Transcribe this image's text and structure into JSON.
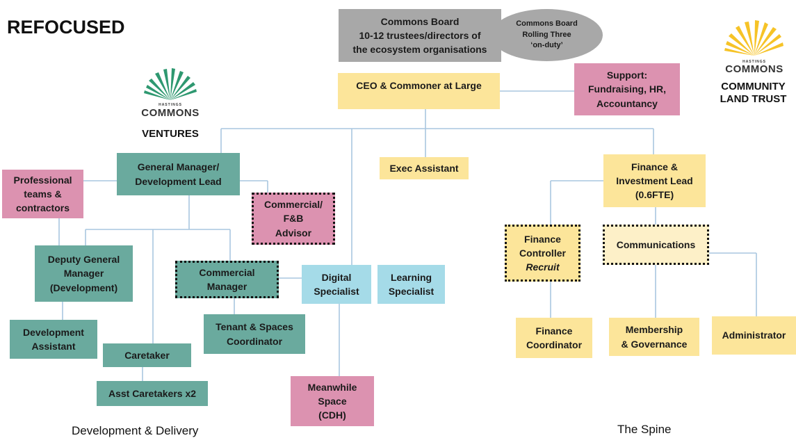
{
  "title": "REFOCUSED",
  "colors": {
    "teal": "#6aaa9e",
    "pink": "#dc92b0",
    "yellow": "#fce59a",
    "blue": "#a5dbe8",
    "grey": "#a8a8a8",
    "line": "#a9c6df",
    "ventures_logo": "#2e9870",
    "clt_logo": "#f6c327"
  },
  "logos": {
    "ventures": {
      "small": "HASTINGS",
      "brand": "COMMONS",
      "caption": "VENTURES"
    },
    "clt": {
      "small": "HASTINGS",
      "brand": "COMMONS",
      "caption": "COMMUNITY\nLAND TRUST"
    }
  },
  "boxes": {
    "commons_board": "Commons Board\n10-12 trustees/directors of\nthe ecosystem organisations",
    "board_oval": "Commons Board\nRolling Three\n‘on-duty’",
    "ceo": "CEO & Commoner at Large",
    "support": "Support:\nFundraising, HR,\nAccountancy",
    "exec_assistant": "Exec Assistant",
    "general_manager": "General Manager/\nDevelopment Lead",
    "professional_teams": "Professional\nteams &\ncontractors",
    "commercial_advisor": "Commercial/\nF&B\nAdvisor",
    "deputy_gm": "Deputy General\nManager\n(Development)",
    "commercial_manager": "Commercial\nManager",
    "digital_specialist": "Digital\nSpecialist",
    "learning_specialist": "Learning\nSpecialist",
    "development_assistant": "Development\nAssistant",
    "tenant_coordinator": "Tenant & Spaces\nCoordinator",
    "caretaker": "Caretaker",
    "asst_caretakers": "Asst Caretakers x2",
    "meanwhile_space": "Meanwhile\nSpace\n(CDH)",
    "finance_lead": "Finance &\nInvestment Lead\n(0.6FTE)",
    "finance_controller_title": "Finance\nController",
    "finance_controller_note": "Recruit",
    "communications": "Communications",
    "finance_coordinator": "Finance\nCoordinator",
    "membership": "Membership\n& Governance",
    "administrator": "Administrator"
  },
  "footer": {
    "left": "Development & Delivery",
    "right": "The Spine"
  }
}
